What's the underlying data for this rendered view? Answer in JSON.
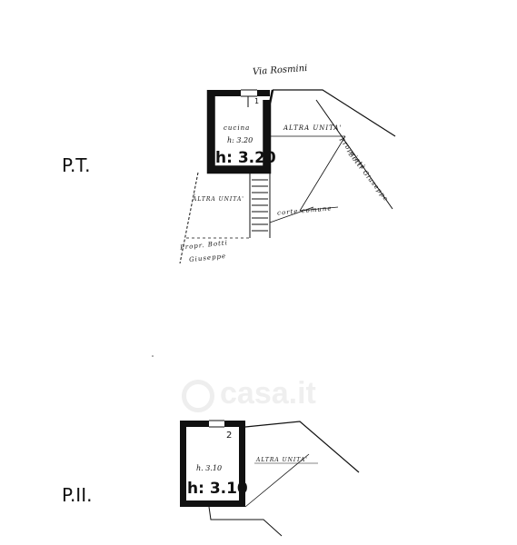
{
  "ground_floor": {
    "floor_label": "P.T.",
    "street": "Via Rosmini",
    "room_number": "1",
    "room_name": "cucina",
    "room_height_small": "h: 3.20",
    "room_height_big": "h: 3.20",
    "neighbor_right": "ALTRA UNITA'",
    "neighbor_left": "ALTRA UNITA'",
    "property_line1": "Proprietà",
    "property_line2": "Botti Giuseppe",
    "courtyard": "corte comune",
    "owner_line1": "Propr. Botti",
    "owner_line2": "Giuseppe"
  },
  "second_floor": {
    "floor_label": "P.II.",
    "room_number": "2",
    "room_height_small": "h. 3.10",
    "room_height_big": "h: 3.10",
    "neighbor_right": "ALTRA UNITA'"
  },
  "watermark": {
    "text": "casa.it",
    "icon": "house-icon"
  }
}
